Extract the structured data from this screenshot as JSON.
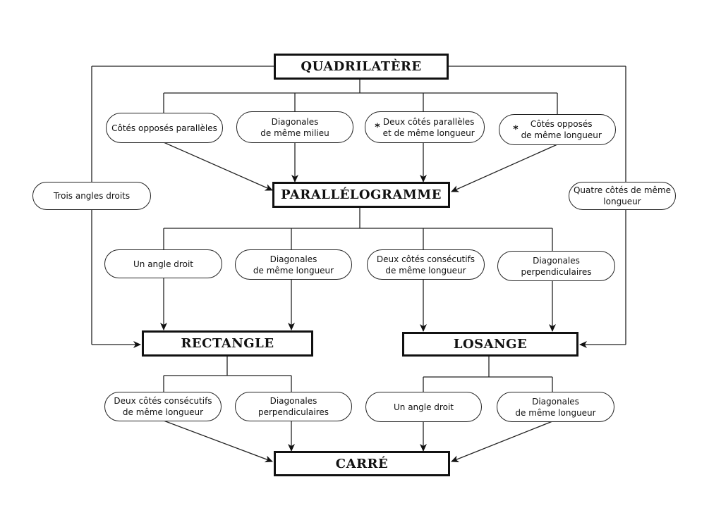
{
  "nodes": {
    "quadrilatere": "QUADRILATÈRE",
    "parallelogramme": "PARALLÉLOGRAMME",
    "rectangle": "RECTANGLE",
    "losange": "LOSANGE",
    "carre": "CARRÉ"
  },
  "conditions": {
    "q_p1": [
      "Côtés opposés parallèles"
    ],
    "q_p2": [
      "Diagonales",
      "de même milieu"
    ],
    "q_p3": [
      "Deux côtés parallèles",
      "et de même longueur"
    ],
    "q_p4": [
      "Côtés opposés",
      "de même longueur"
    ],
    "q_r": [
      "Trois angles droits"
    ],
    "q_l": [
      "Quatre côtés de même",
      "longueur"
    ],
    "p_r1": [
      "Un angle droit"
    ],
    "p_r2": [
      "Diagonales",
      "de même longueur"
    ],
    "p_l1": [
      "Deux côtés consécutifs",
      "de même longueur"
    ],
    "p_l2": [
      "Diagonales",
      "perpendiculaires"
    ],
    "r_c1": [
      "Deux côtés consécutifs",
      "de même longueur"
    ],
    "r_c2": [
      "Diagonales",
      "perpendiculaires"
    ],
    "l_c1": [
      "Un angle droit"
    ],
    "l_c2": [
      "Diagonales",
      "de même longueur"
    ]
  },
  "star_marker": "*"
}
